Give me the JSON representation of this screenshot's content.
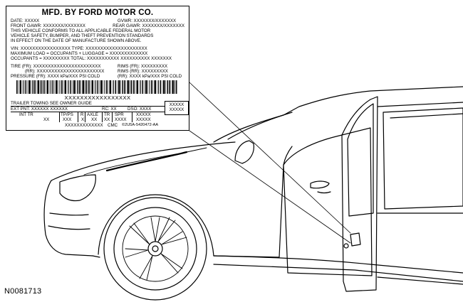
{
  "label": {
    "title": "MFD. BY FORD MOTOR CO.",
    "date": "DATE: XXXXX",
    "gvwr": "GVWR: XXXXXXX/XXXXXXX",
    "front_gawr": "FRONT GAWR: XXXXXXX/XXXXXXX",
    "rear_gawr": "REAR GAWR: XXXXXXX/XXXXXXX",
    "conformity": [
      "THIS VEHICLE CONFORMS TO ALL APPLICABLE FEDERAL MOTOR",
      "VEHICLE SAFETY, BUMPER, AND THEFT PREVENTION STANDARDS",
      "IN EFFECT ON THE DATE OF MANUFACTURE SHOWN ABOVE."
    ],
    "vin_type": "VIN: XXXXXXXXXXXXXXXXX   TYPE: XXXXXXXXXXXXXXXXXXXXX",
    "max_load": "MAXIMUM LOAD = OCCUPANTS + LUGGAGE = XXXXXXXXXXXXX",
    "occupants": "OCCUPANTS = XXXXXXXXX  TOTAL: XXXXXXXXXXX XXXXXXXXXX XXXXXXX",
    "tire_fr": "TIRE (FR): XXXXXXXXXXXXXXXXXXXXXXX",
    "tire_rr": "(RR): XXXXXXXXXXXXXXXXXXXXXXX",
    "rims_fr": "RIMS (FR): XXXXXXXXX",
    "rims_rr": "RIMS (RR): XXXXXXXXX",
    "pressure_fr": "PRESSURE (FR): XXXX kPa/XXX PSI COLD",
    "pressure_rr": "(RR): XXXX kPa/XXX PSI COLD",
    "barcode_value": "XXXXXXXXXXXXXXXXX",
    "trailer": "TRAILER TOWING   SEE OWNER GUIDE",
    "ext_pnt": "EXT PNT: XXXXXX XXXXXX",
    "rc": "RC: XX",
    "dso": "DSO: XXXX",
    "box_top": "XXXXX",
    "box_bottom": "XXXXX",
    "int_tr": "INT TR",
    "int_tr_val": "XX",
    "tp_ps": "TP/PS",
    "tp_ps_val": "XXX",
    "r": "R",
    "r_val": "X",
    "axle": "AXLE",
    "axle_val": "XX",
    "tr": "TR",
    "tr_val": "XX",
    "spr": "SPR",
    "spr_val": "XXXX",
    "col_x": "XXXXX",
    "col_x_val": "XXXXX",
    "serial": "XXXXXXXXXXXXX",
    "cmc": "CMC",
    "part_number": "©2U5A-5420472-AA"
  },
  "figure_id": "N0081713"
}
